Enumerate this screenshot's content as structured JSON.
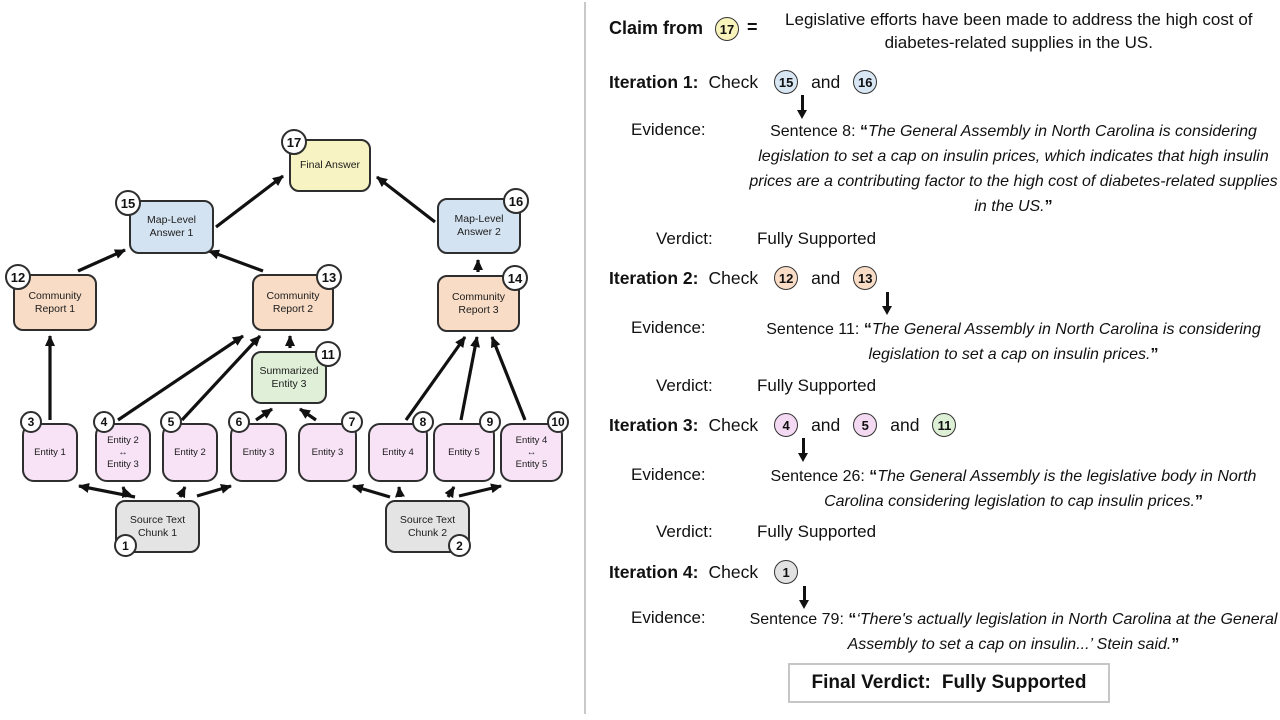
{
  "colors": {
    "final_answer": "#f8f3c3",
    "map_level": "#d4e3f1",
    "community_report": "#f8dcc6",
    "summarized_entity": "#e0efd8",
    "entity": "#f7e2f6",
    "source_chunk": "#e4e4e4",
    "divider": "#c9c9c9"
  },
  "diagram": {
    "nodes": [
      {
        "num": "17",
        "label": "Final Answer"
      },
      {
        "num": "15",
        "label": "Map-Level Answer 1"
      },
      {
        "num": "16",
        "label": "Map-Level Answer 2"
      },
      {
        "num": "12",
        "label": "Community Report 1"
      },
      {
        "num": "13",
        "label": "Community Report 2"
      },
      {
        "num": "14",
        "label": "Community Report 3"
      },
      {
        "num": "11",
        "label": "Summarized Entity 3"
      },
      {
        "num": "3",
        "label": "Entity 1"
      },
      {
        "num": "4",
        "label": "Entity 2\n↔\nEntity 3"
      },
      {
        "num": "5",
        "label": "Entity 2"
      },
      {
        "num": "6",
        "label": "Entity 3"
      },
      {
        "num": "7",
        "label": "Entity 3"
      },
      {
        "num": "8",
        "label": "Entity 4"
      },
      {
        "num": "9",
        "label": "Entity 5"
      },
      {
        "num": "10",
        "label": "Entity 4\n↔\nEntity 5"
      },
      {
        "num": "1",
        "label": "Source Text Chunk 1"
      },
      {
        "num": "2",
        "label": "Source Text Chunk 2"
      }
    ]
  },
  "verification": {
    "claim_label": "Claim from",
    "claim_badge": "17",
    "equals_sign": "=",
    "claim_text": "Legislative efforts have been made to address the high cost of diabetes-related supplies in the US.",
    "open_quote": "“",
    "close_quote": "”",
    "iterations": [
      {
        "title": "Iteration 1:",
        "check_word": "Check",
        "and_word": "and",
        "badges": [
          "15",
          "16"
        ],
        "evidence_label": "Evidence:",
        "sentence_label": "Sentence 8:",
        "quote": "The General Assembly in North Carolina is considering legislation to set a cap on insulin prices, which indicates that high insulin prices are a contributing factor to the high cost of diabetes-related supplies in the US.",
        "verdict_label": "Verdict:",
        "verdict": "Fully Supported"
      },
      {
        "title": "Iteration 2:",
        "check_word": "Check",
        "and_word": "and",
        "badges": [
          "12",
          "13"
        ],
        "evidence_label": "Evidence:",
        "sentence_label": "Sentence 11:",
        "quote": "The General Assembly in North Carolina is considering legislation to set a cap on insulin prices.",
        "verdict_label": "Verdict:",
        "verdict": "Fully Supported"
      },
      {
        "title": "Iteration 3:",
        "check_word": "Check",
        "and_word": "and",
        "badges": [
          "4",
          "5",
          "11"
        ],
        "evidence_label": "Evidence:",
        "sentence_label": "Sentence 26:",
        "quote": "The General Assembly is the legislative body in North Carolina considering legislation to cap insulin prices.",
        "verdict_label": "Verdict:",
        "verdict": "Fully Supported"
      },
      {
        "title": "Iteration 4:",
        "check_word": "Check",
        "badges": [
          "1"
        ],
        "evidence_label": "Evidence:",
        "sentence_label": "Sentence 79:",
        "quote": "‘There's actually legislation in North Carolina at the General Assembly to set a cap on insulin...’ Stein said."
      }
    ],
    "final_verdict_label": "Final Verdict:",
    "final_verdict_value": "Fully Supported"
  }
}
